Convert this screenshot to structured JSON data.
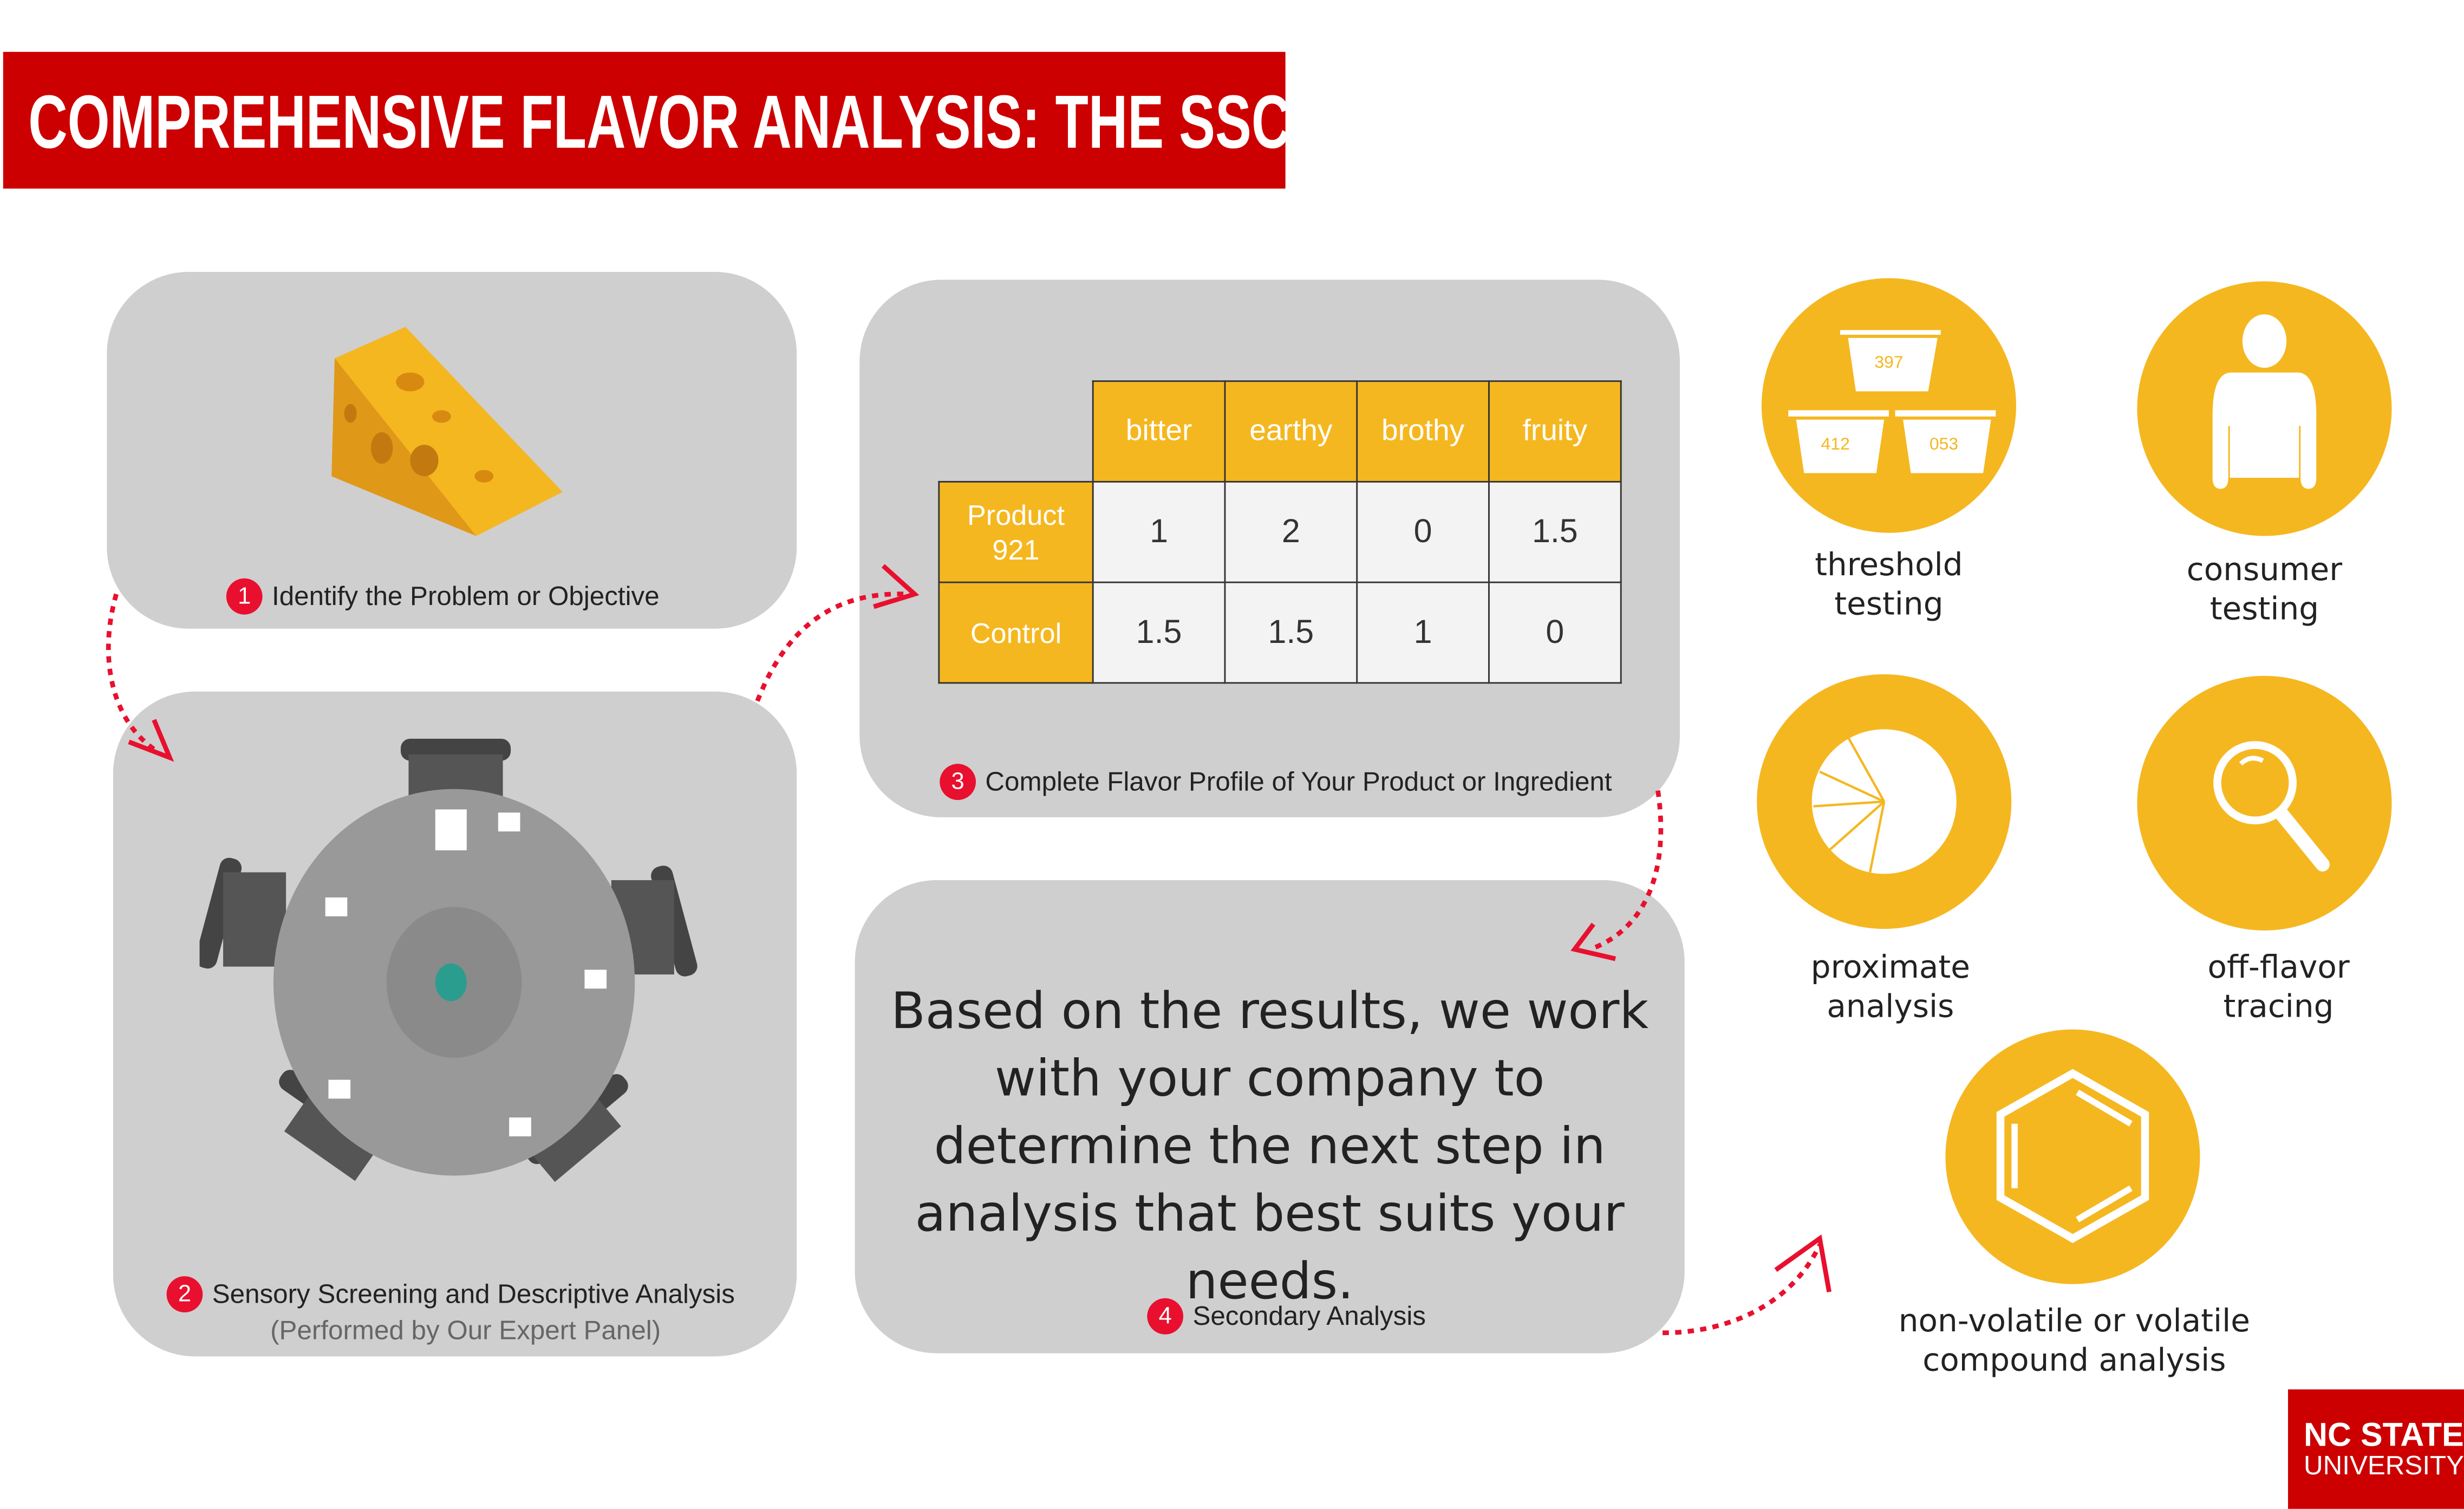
{
  "title": "COMPREHENSIVE FLAVOR ANALYSIS: THE SSC PROCESS",
  "steps": [
    {
      "num": "1",
      "label": "Identify the Problem or Objective"
    },
    {
      "num": "2",
      "label": "Sensory Screening and Descriptive Analysis",
      "sub": "(Performed by Our Expert Panel)"
    },
    {
      "num": "3",
      "label": "Complete Flavor Profile of Your Product or Ingredient"
    },
    {
      "num": "4",
      "label": "Secondary Analysis"
    }
  ],
  "table": {
    "columns": [
      "bitter",
      "earthy",
      "brothy",
      "fruity"
    ],
    "rows": [
      {
        "name": "Product 921",
        "values": [
          "1",
          "2",
          "0",
          "1.5"
        ]
      },
      {
        "name": "Control",
        "values": [
          "1.5",
          "1.5",
          "1",
          "0"
        ]
      }
    ]
  },
  "secondary_text": "Based on the results, we work with your company to determine the next step in analysis that best suits your needs.",
  "analyses": [
    {
      "line1": "threshold",
      "line2": "testing",
      "icon": "sample-cups-icon",
      "cups": [
        "397",
        "412",
        "053"
      ]
    },
    {
      "line1": "consumer",
      "line2": "testing",
      "icon": "person-icon"
    },
    {
      "line1": "proximate",
      "line2": "analysis",
      "icon": "pie-chart-icon"
    },
    {
      "line1": "off-flavor",
      "line2": "tracing",
      "icon": "magnifier-icon"
    },
    {
      "line1": "non-volatile or volatile",
      "line2": "compound analysis",
      "icon": "benzene-ring-icon"
    }
  ],
  "logo": {
    "line1": "NC STATE",
    "line2": "UNIVERSITY"
  },
  "colors": {
    "red": "#cc0000",
    "yellow": "#f5b720",
    "panel": "#cfcfcf",
    "badge": "#e8102e"
  }
}
